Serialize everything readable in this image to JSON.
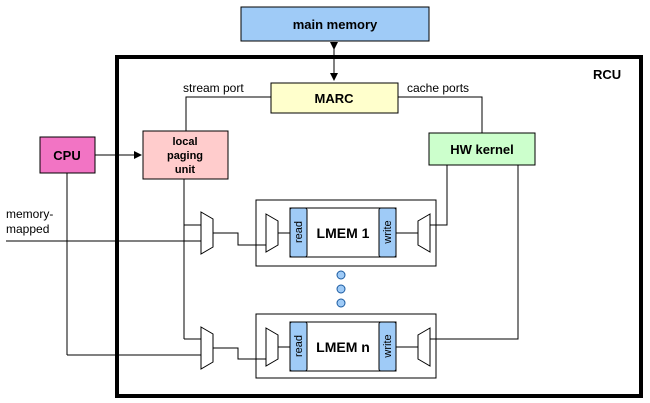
{
  "diagram": {
    "main_memory": "main memory",
    "rcu": "RCU",
    "marc": "MARC",
    "stream_port": "stream port",
    "cache_ports": "cache ports",
    "cpu": "CPU",
    "local_paging_line1": "local",
    "local_paging_line2": "paging",
    "local_paging_line3": "unit",
    "hw_kernel": "HW kernel",
    "memory_mapped_line1": "memory-",
    "memory_mapped_line2": "mapped",
    "lmem1": "LMEM 1",
    "lmemn": "LMEM n",
    "read": "read",
    "write": "write"
  },
  "colors": {
    "main_memory": "#9fcbf7",
    "marc": "#ffffcc",
    "cpu": "#f274c4",
    "local_paging": "#ffcccc",
    "hw_kernel": "#ccffcc",
    "read_write": "#9fcbf7",
    "dots": "#9fcbf7"
  }
}
